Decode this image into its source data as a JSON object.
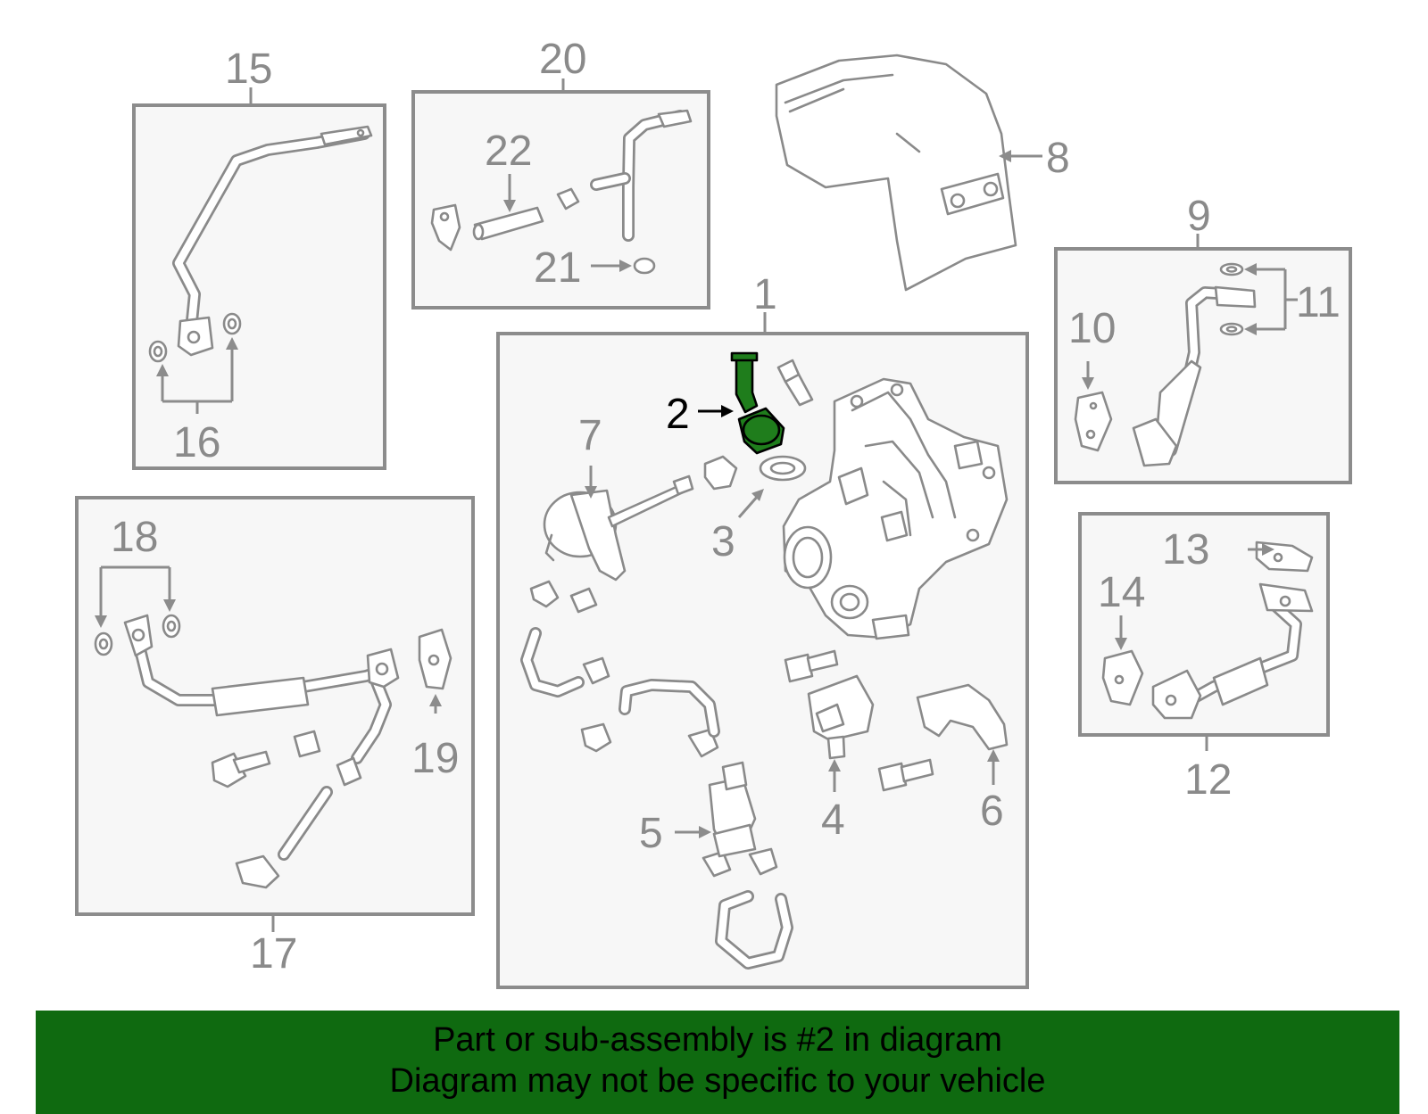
{
  "callouts": {
    "c1": "1",
    "c2": "2",
    "c3": "3",
    "c4": "4",
    "c5": "5",
    "c6": "6",
    "c7": "7",
    "c8": "8",
    "c9": "9",
    "c10": "10",
    "c11": "11",
    "c12": "12",
    "c13": "13",
    "c14": "14",
    "c15": "15",
    "c16": "16",
    "c17": "17",
    "c18": "18",
    "c19": "19",
    "c20": "20",
    "c21": "21",
    "c22": "22"
  },
  "highlighted_part": "2",
  "colors": {
    "highlight_fill": "#1f7d1c",
    "banner_bg": "#0f6a10",
    "line_gray": "#8a8a8a"
  },
  "banner": {
    "line1": "Part or sub-assembly is #2 in diagram",
    "line2": "Diagram may not be specific to your vehicle"
  }
}
